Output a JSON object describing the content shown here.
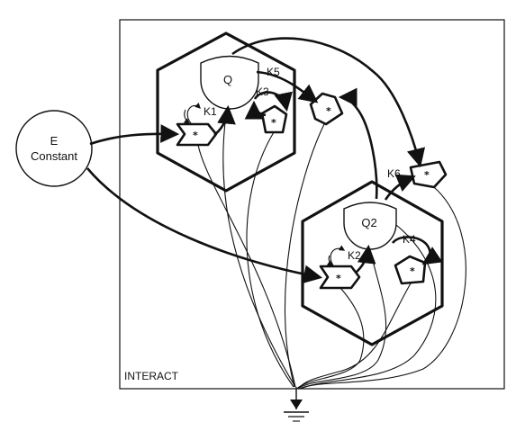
{
  "diagram": {
    "frame_label": "INTERACT",
    "source": {
      "line1": "E",
      "line2": "Constant"
    },
    "nodes": {
      "q": "Q",
      "q2": "Q2"
    },
    "rates": {
      "k1": "K1",
      "k2": "K2",
      "k3": "K3",
      "k4": "K4",
      "k5": "K5",
      "k6": "K6"
    },
    "multiplier_symbol": "*",
    "icons": [
      "ground-icon",
      "hexagon-module",
      "pentagon-multiplier"
    ]
  }
}
